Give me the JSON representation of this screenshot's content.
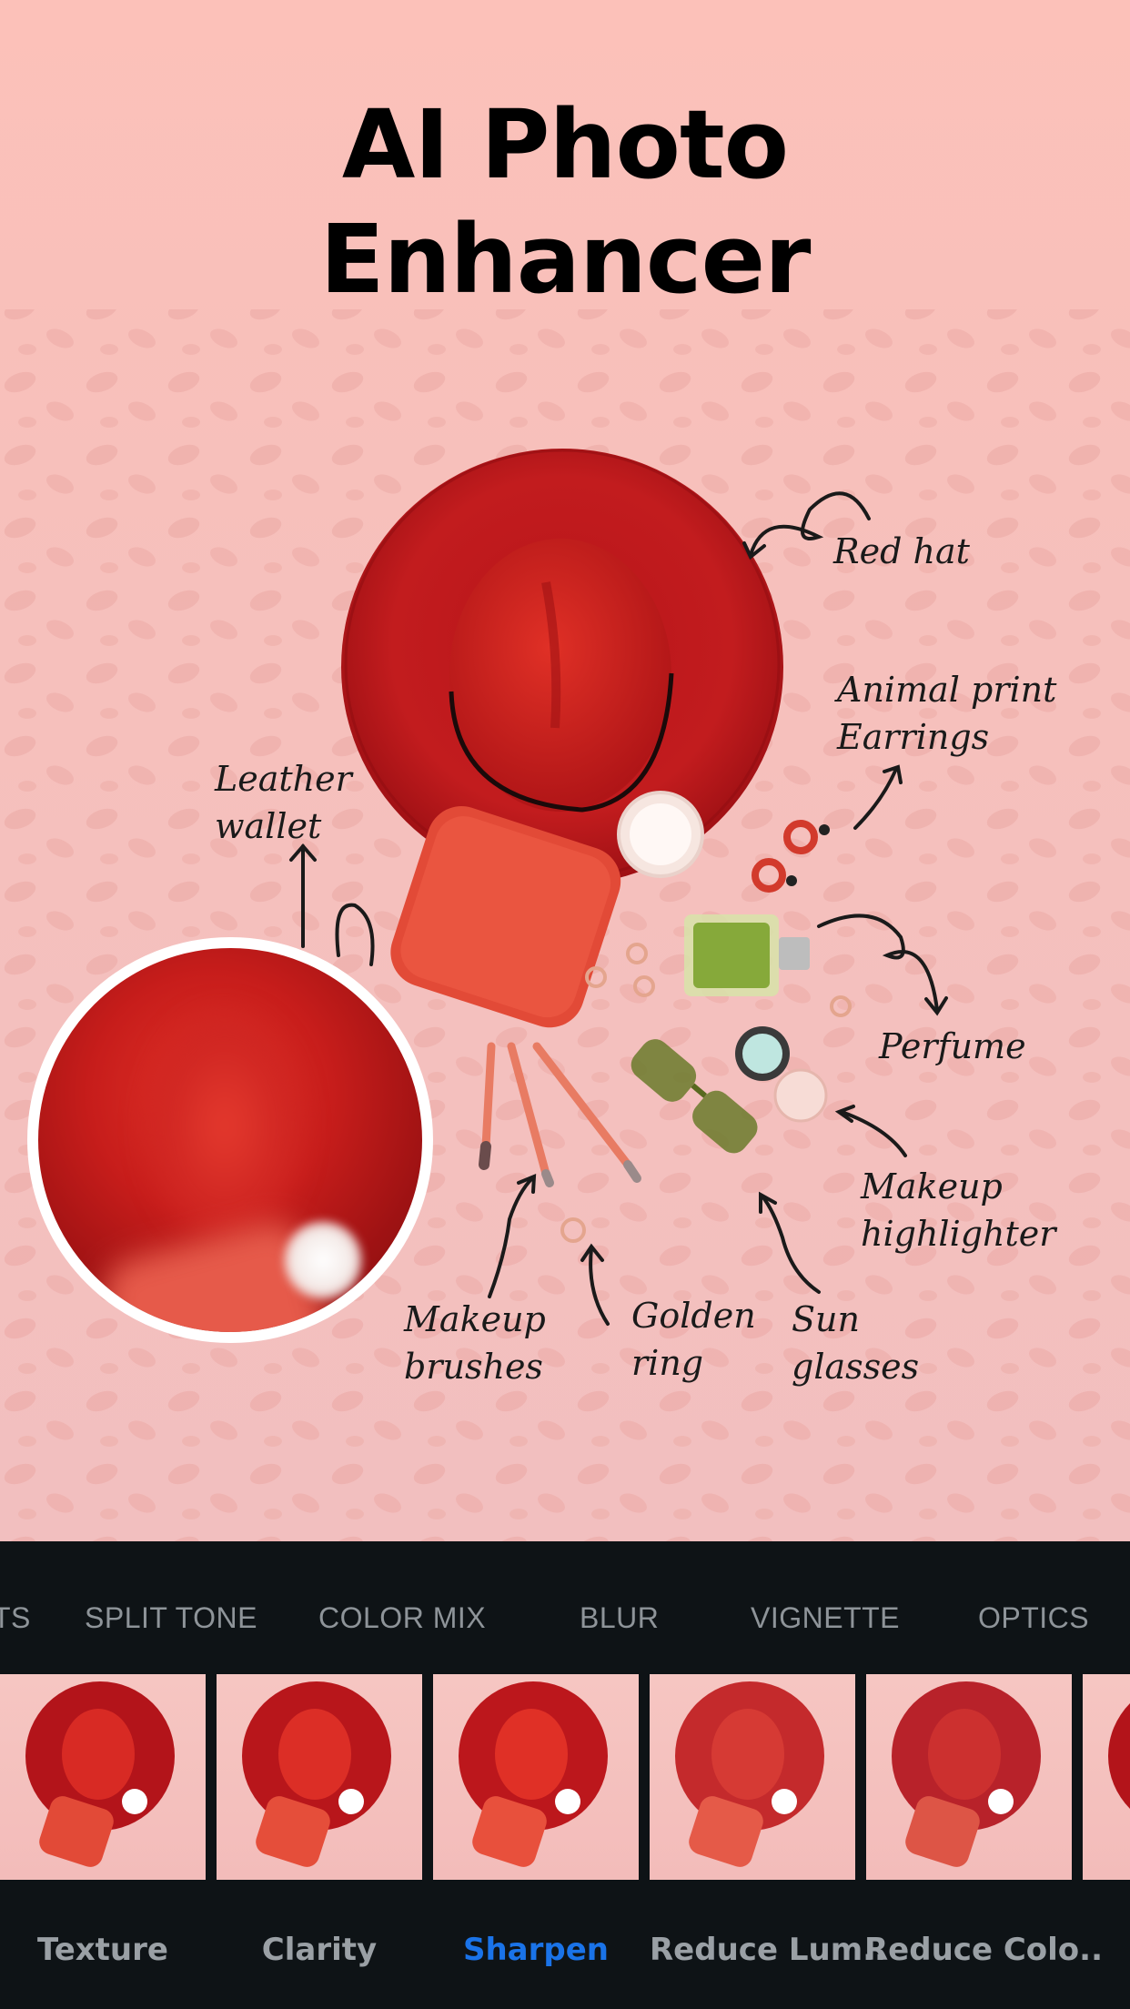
{
  "title": {
    "line1": "AI Photo",
    "line2": "Enhancer"
  },
  "annotations": {
    "red_hat": "Red hat",
    "earrings": "Animal print\nEarrings",
    "wallet": "Leather\nwallet",
    "perfume": "Perfume",
    "highlighter": "Makeup\nhighlighter",
    "brushes": "Makeup\nbrushes",
    "ring": "Golden\nring",
    "sunglasses": "Sun\nglasses"
  },
  "tool_tabs": [
    "TS",
    "SPLIT TONE",
    "COLOR MIX",
    "BLUR",
    "VIGNETTE",
    "OPTICS"
  ],
  "presets": [
    {
      "label": "Texture",
      "active": false
    },
    {
      "label": "Clarity",
      "active": false
    },
    {
      "label": "Sharpen",
      "active": true
    },
    {
      "label": "Reduce Lum..",
      "active": false
    },
    {
      "label": "Reduce Colo..",
      "active": false
    }
  ],
  "colors": {
    "accent": "#1a73e8",
    "panel": "#0e1316",
    "background": "#f7c4bf",
    "hat": "#c4191b"
  },
  "icons": [
    "zoom-lens-icon"
  ]
}
